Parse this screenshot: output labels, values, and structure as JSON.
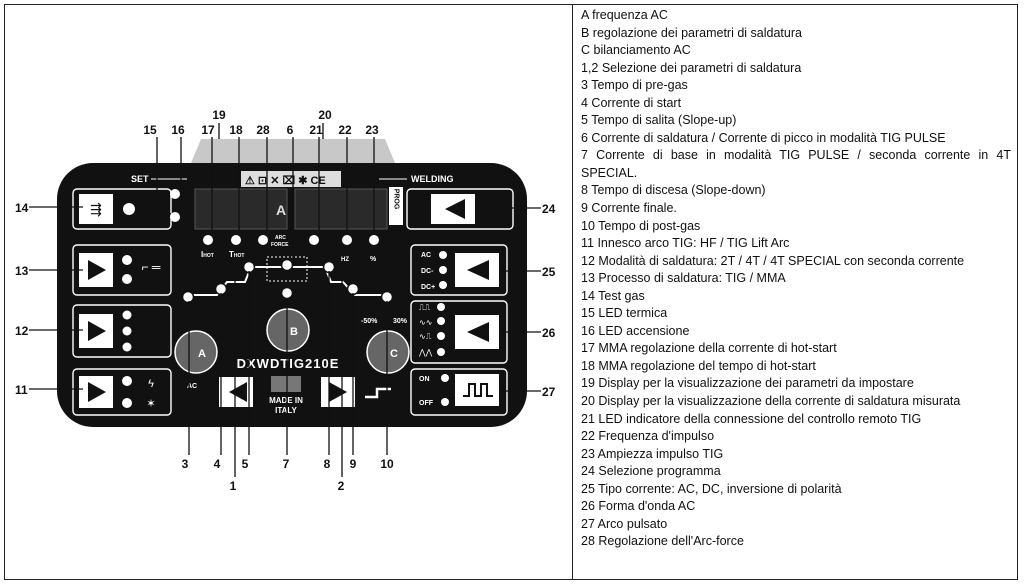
{
  "panel": {
    "brand": "DXWDTIG210E",
    "made_in": "MADE IN",
    "country": "ITALY",
    "set_label": "SET",
    "welding_label": "WELDING",
    "prog_label": "PROG",
    "knob_a": "A",
    "knob_b": "B",
    "knob_c": "C",
    "ac_label": "AC",
    "balance_minus": "-50%",
    "balance_plus": "30%",
    "i_hot": "I",
    "t_hot": "T",
    "hot_sub": "HOT",
    "arc_force_top": "ARC",
    "arc_force_bottom": "FORCE",
    "hz_label": "HZ",
    "pct_label": "%",
    "tipo_ac": "AC",
    "tipo_dc_minus": "DC-",
    "tipo_dc_plus": "DC+",
    "on_label": "ON",
    "off_label": "OFF",
    "display_left_char": "A"
  },
  "callouts": {
    "n1": "1",
    "n2": "2",
    "n3": "3",
    "n4": "4",
    "n5": "5",
    "n6": "6",
    "n7": "7",
    "n8": "8",
    "n9": "9",
    "n10": "10",
    "n11": "11",
    "n12": "12",
    "n13": "13",
    "n14": "14",
    "n15": "15",
    "n16": "16",
    "n17": "17",
    "n18": "18",
    "n19": "19",
    "n20": "20",
    "n21": "21",
    "n22": "22",
    "n23": "23",
    "n24": "24",
    "n25": "25",
    "n26": "26",
    "n27": "27",
    "n28": "28"
  },
  "legend": [
    "A frequenza AC",
    "B regolazione dei parametri di saldatura",
    "C bilanciamento AC",
    "1,2 Selezione dei parametri di saldatura",
    "3 Tempo di pre-gas",
    "4 Corrente di start",
    "5 Tempo di salita (Slope-up)",
    "6 Corrente di saldatura / Corrente di picco in modalità TIG PULSE",
    "7 Corrente di base in modalità TIG PULSE / seconda corrente in 4T SPECIAL.",
    "8 Tempo di discesa (Slope-down)",
    "9 Corrente finale.",
    "10 Tempo di post-gas",
    "11 Innesco arco TIG: HF /  TIG Lift Arc",
    "12 Modalità di saldatura: 2T / 4T / 4T SPECIAL con seconda corrente",
    "13 Processo di saldatura: TIG / MMA",
    "14 Test gas",
    "15 LED termica",
    "16 LED accensione",
    "17 MMA regolazione della corrente di hot-start",
    "18 MMA regolazione del tempo di hot-start",
    "19 Display per la visualizzazione dei parametri da impostare",
    "20 Display per la visualizzazione della corrente di saldatura misurata",
    "21 LED indicatore della connessione del controllo remoto TIG",
    "22 Frequenza d'impulso",
    "23 Ampiezza impulso TIG",
    "24 Selezione programma",
    "25 Tipo corrente: AC, DC, inversione di polarità",
    "26 Forma d'onda AC",
    "27 Arco pulsato",
    "28 Regolazione dell'Arc-force"
  ]
}
